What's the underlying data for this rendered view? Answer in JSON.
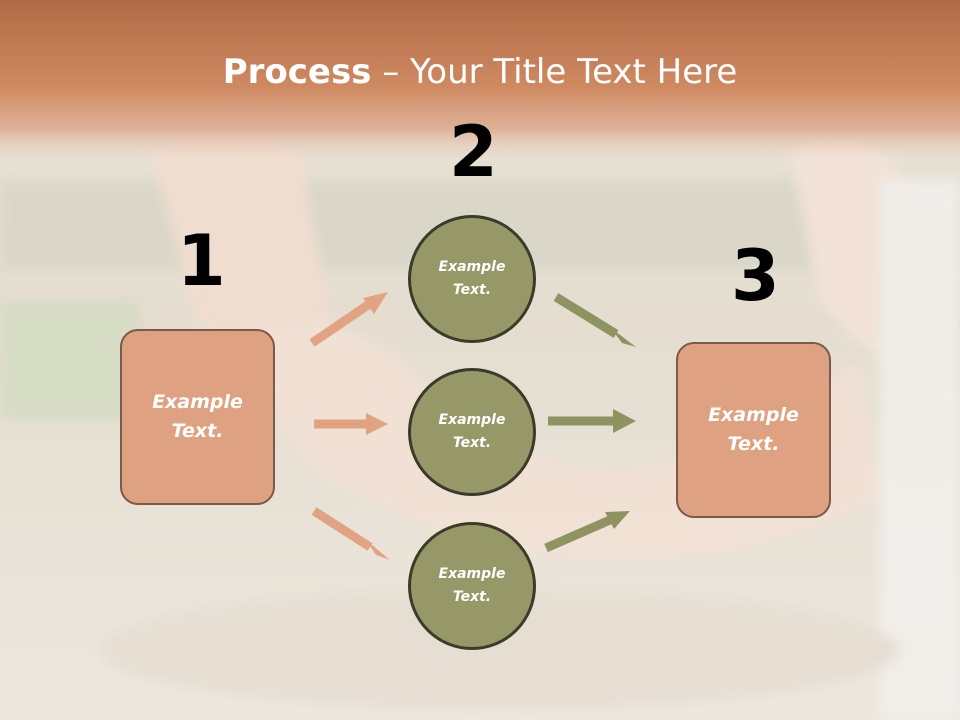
{
  "header": {
    "title_bold": "Process",
    "title_rest": " – Your Title Text Here"
  },
  "steps": {
    "n1": "1",
    "n2": "2",
    "n3": "3"
  },
  "nodes": {
    "left": "Example\nText.",
    "c1": "Example\nText.",
    "c2": "Example\nText.",
    "c3": "Example\nText.",
    "right": "Example\nText."
  },
  "colors": {
    "header": "#c97f59",
    "box_fill": "#dea181",
    "circle_fill": "#969868",
    "arrow_orange": "#e2a382",
    "arrow_green": "#8e9461"
  }
}
